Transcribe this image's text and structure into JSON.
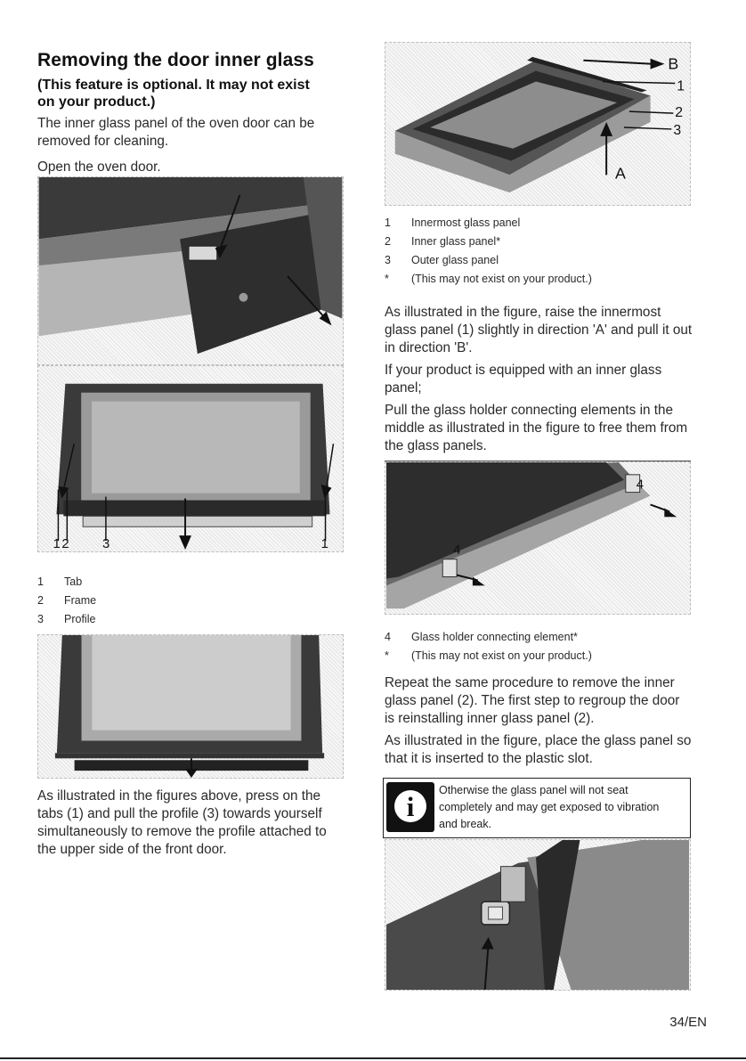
{
  "heading": {
    "title": "Removing the door inner glass",
    "subtitle": "(This feature is optional. It may not exist on your product.)"
  },
  "left": {
    "intro": "The inner glass panel of the oven door can be removed for cleaning.",
    "open": "Open the oven door.",
    "fig2_callouts": [
      "1",
      "2",
      "3",
      "1"
    ],
    "legend": [
      {
        "num": "1",
        "label": "Tab"
      },
      {
        "num": "2",
        "label": "Frame"
      },
      {
        "num": "3",
        "label": "Profile"
      }
    ],
    "instructions": "As illustrated in the figures above, press on the tabs (1) and pull the profile (3) towards yourself simultaneously to remove the profile attached to the upper side of the front door."
  },
  "right": {
    "fig1_callouts": [
      "B",
      "1",
      "2",
      "3",
      "A"
    ],
    "legend1": [
      {
        "num": "1",
        "label": "Innermost glass panel"
      },
      {
        "num": "2",
        "label": "Inner glass panel*"
      },
      {
        "num": "3",
        "label": "Outer glass panel"
      },
      {
        "num": "*",
        "label": "(This may not exist on your product.)"
      }
    ],
    "para1": "As illustrated in the figure, raise the innermost glass panel (1) slightly in direction 'A' and pull it out in direction 'B'.",
    "para2": "If your product is equipped with an inner glass panel;",
    "para3": "Pull the glass holder connecting elements in the middle as illustrated in the figure to free them from the glass panels.",
    "fig2_callouts": [
      "4",
      "4"
    ],
    "legend2": [
      {
        "num": "4",
        "label": "Glass holder connecting element*"
      },
      {
        "num": "*",
        "label": "(This may not exist on your product.)"
      }
    ],
    "para4": "Repeat the same procedure to remove the inner glass panel (2). The first step to regroup the door is reinstalling inner glass panel (2).",
    "para5": "As illustrated in the figure, place the glass panel so that it is inserted to the plastic slot.",
    "notice_icon": "i",
    "notice": "Otherwise the glass panel will not seat completely and may get exposed to vibration and break."
  },
  "footer": {
    "page": "34/EN"
  }
}
